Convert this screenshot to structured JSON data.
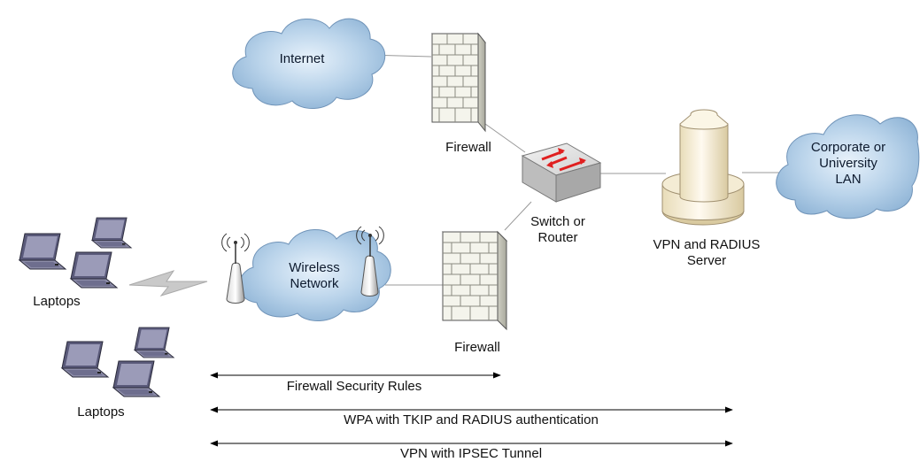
{
  "nodes": {
    "internet": "Internet",
    "wireless_line1": "Wireless",
    "wireless_line2": "Network",
    "corporate_line1": "Corporate or",
    "corporate_line2": "University",
    "corporate_line3": "LAN",
    "firewall_top": "Firewall",
    "firewall_bottom": "Firewall",
    "switch_line1": "Switch or",
    "switch_line2": "Router",
    "vpn_line1": "VPN and RADIUS",
    "vpn_line2": "Server",
    "laptops_top": "Laptops",
    "laptops_bottom": "Laptops"
  },
  "spans": {
    "firewall_rules": "Firewall Security Rules",
    "wpa": "WPA with TKIP and RADIUS authentication",
    "vpn": "VPN with IPSEC Tunnel"
  },
  "colors": {
    "cloud_fill": "#a9c9e3",
    "firewall_face": "#f4f4ec",
    "switch_arrow": "#e02020",
    "line": "#999999"
  }
}
